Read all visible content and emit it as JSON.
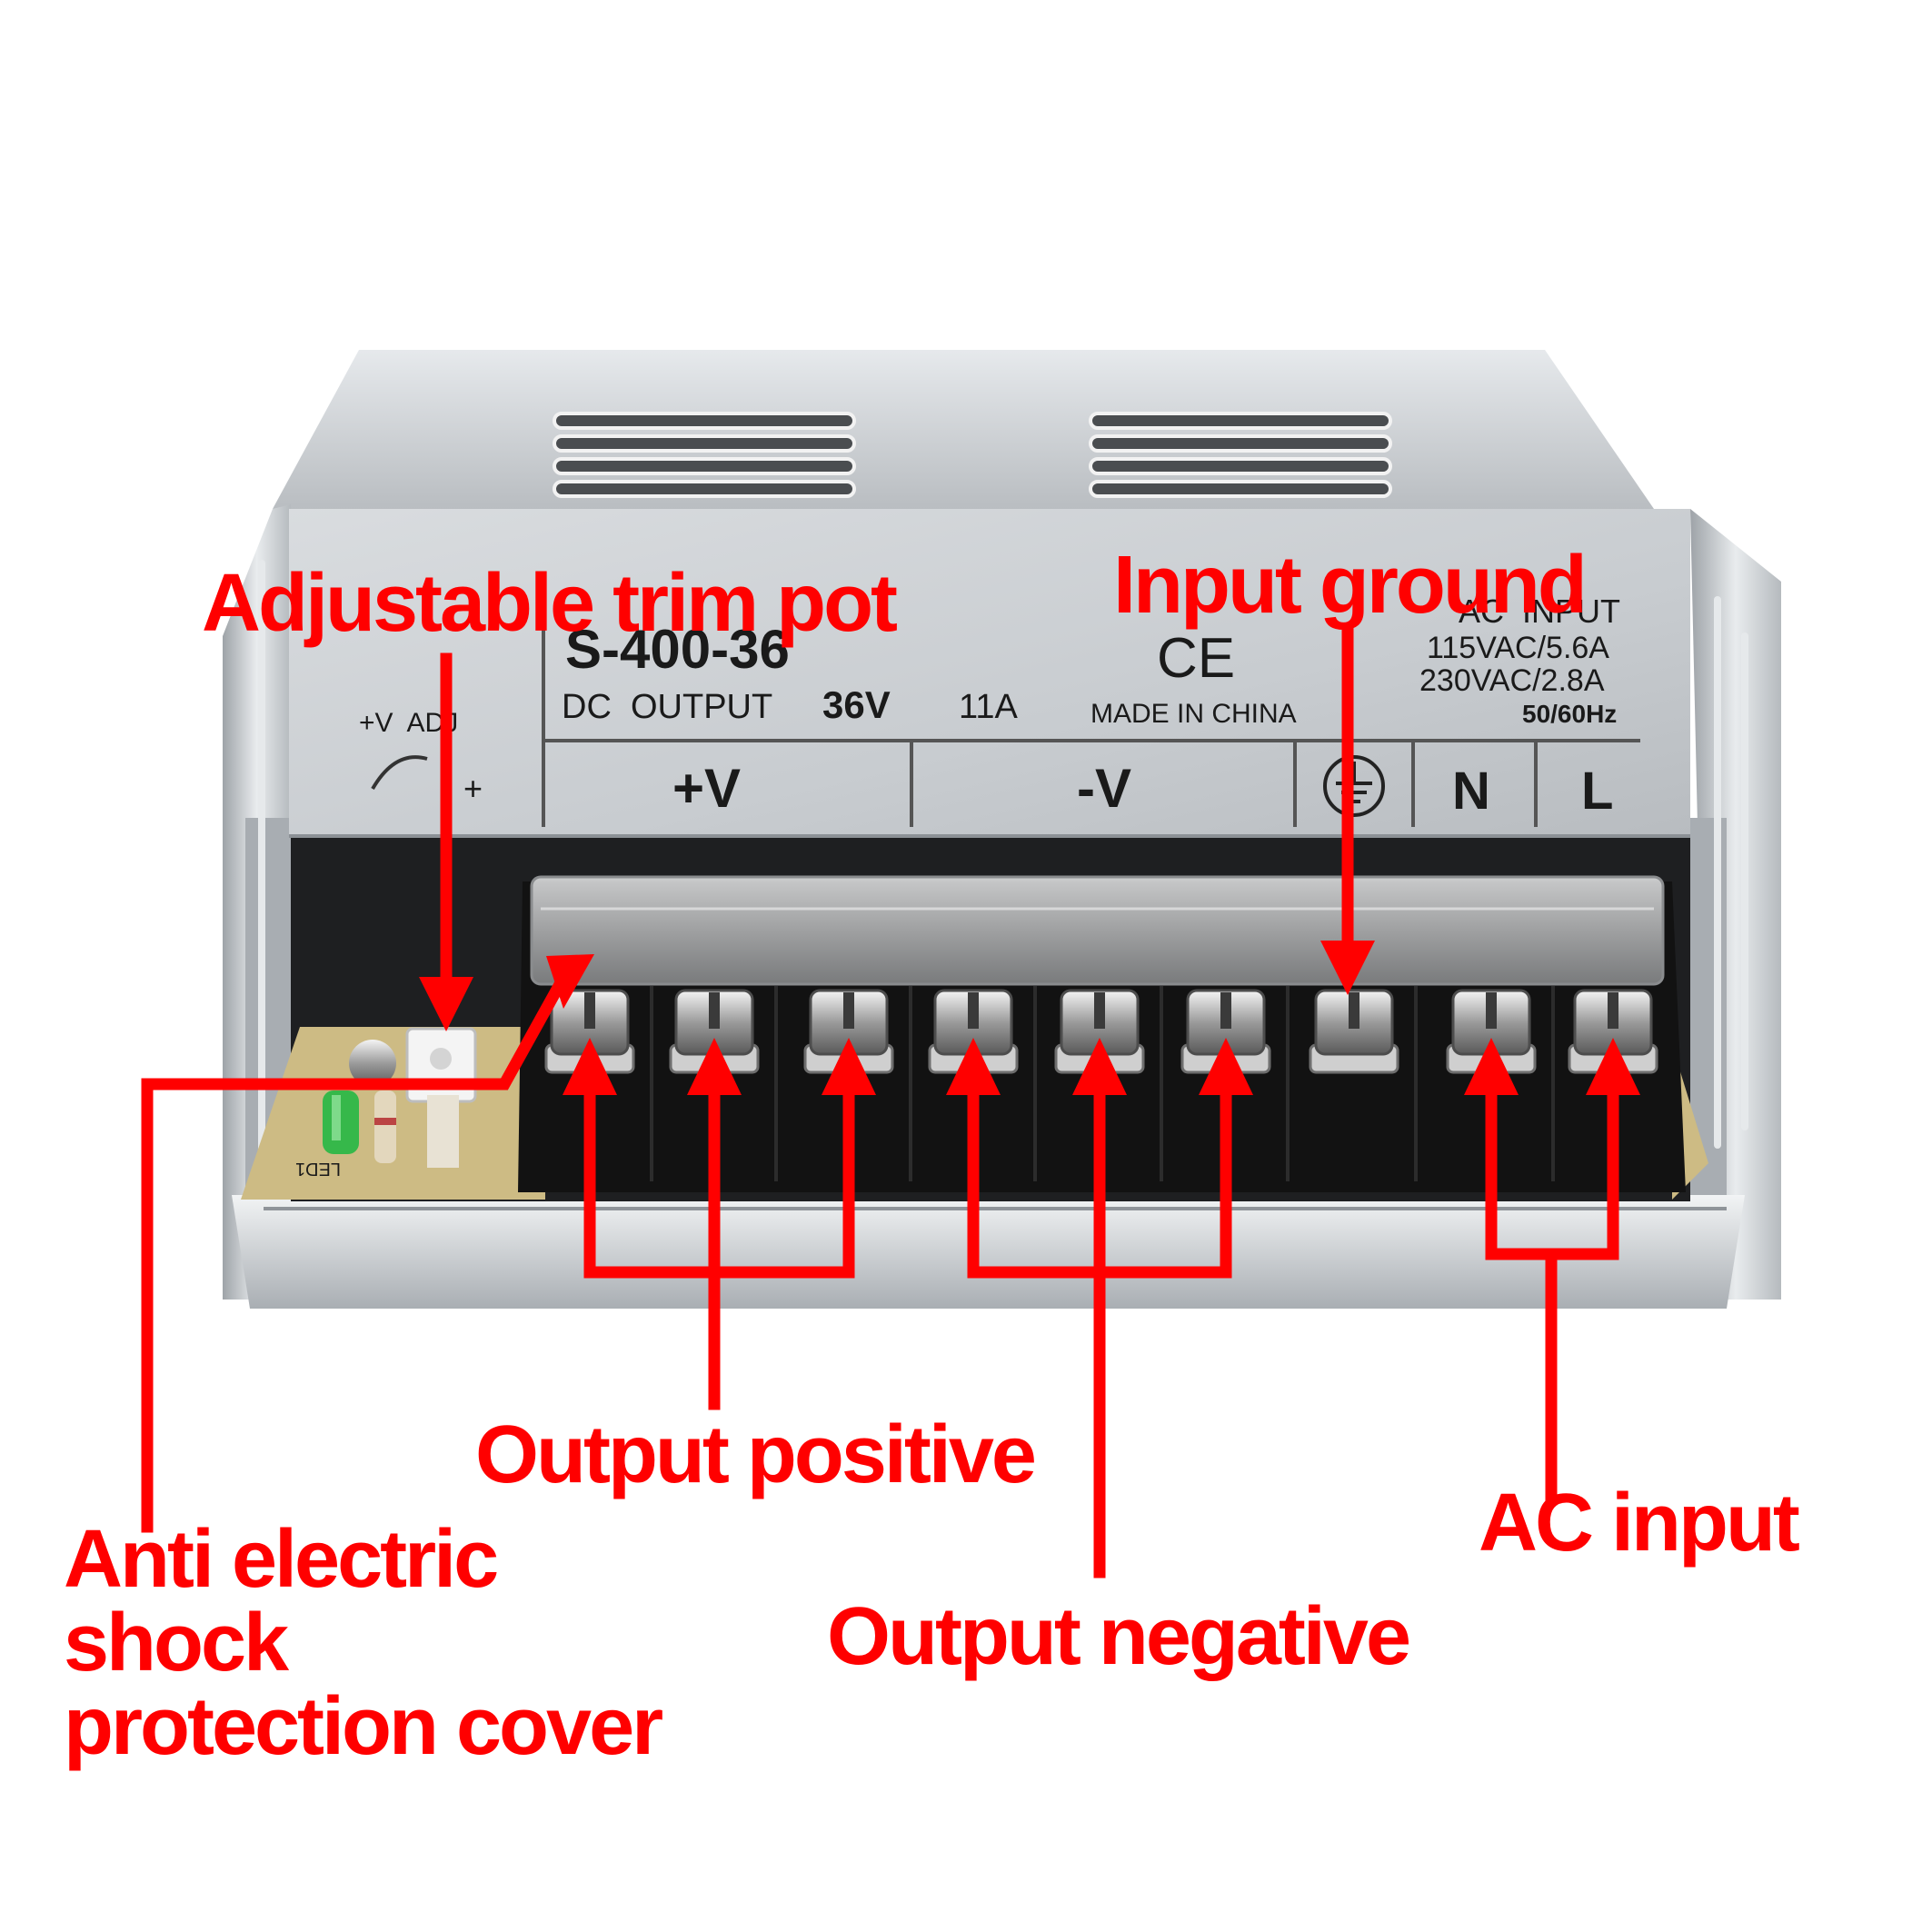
{
  "callouts": {
    "trim_pot": "Adjustable trim pot",
    "input_ground": "Input ground",
    "output_positive": "Output positive",
    "output_negative": "Output negative",
    "ac_input": "AC input",
    "cover": [
      "Anti electric",
      "shock",
      "protection cover"
    ]
  },
  "panel": {
    "model": "S-400-36",
    "dc_output": "DC  OUTPUT",
    "voltage": "36V",
    "current": "11A",
    "ce": "CE",
    "made_in": "MADE IN CHINA",
    "ac_input": "AC  INPUT",
    "ac_115": "115VAC/5.6A",
    "ac_230": "230VAC/2.8A",
    "freq": "50/60Hz",
    "adj_label": "+V  ADJ",
    "adj_sign": "+",
    "term_pos": "+V",
    "term_neg": "-V",
    "term_n": "N",
    "term_l": "L"
  },
  "board": {
    "silkscreen": "LED1"
  },
  "colors": {
    "callout_red": "#ff0000",
    "housing": "#c9cdd2",
    "terminal_block": "#121212"
  }
}
